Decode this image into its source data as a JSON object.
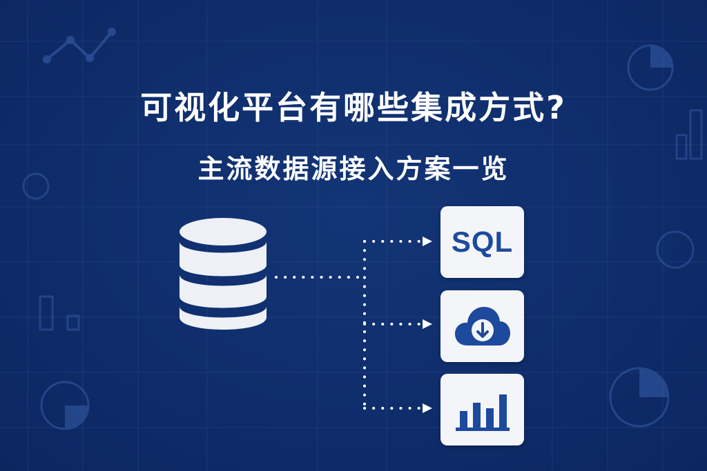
{
  "header": {
    "title": "可视化平台有哪些集成方式?",
    "subtitle": "主流数据源接入方案一览"
  },
  "cards": {
    "sql": {
      "label": "SQL",
      "icon": "sql-icon"
    },
    "cloud": {
      "icon": "cloud-download-icon"
    },
    "chart": {
      "icon": "bar-chart-icon"
    }
  },
  "source": {
    "icon": "database-icon"
  },
  "colors": {
    "background": "#0f2d6b",
    "accent": "#1d4a9c",
    "card": "#f4f5f8",
    "foreground": "#ffffff"
  }
}
